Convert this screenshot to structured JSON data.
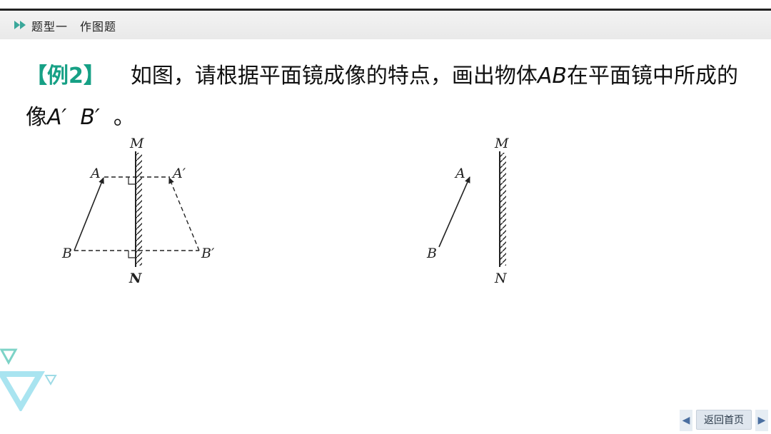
{
  "header": {
    "section_title": "题型一　作图题",
    "arrow_icon": "double-chevron-right-icon",
    "accent_color": "#3aa79a"
  },
  "problem": {
    "tag": "【例2】",
    "text_part1": "如图，请根据平面镜成像的特点，画出物体",
    "label_ab": "AB",
    "text_part2": "在平面镜中所成的像",
    "label_a_prime": "A′",
    "label_b_prime": "B′",
    "text_end": "。",
    "tag_color": "#16a085"
  },
  "figure_left": {
    "label_m": "M",
    "label_n": "N",
    "label_a": "A",
    "label_b": "B",
    "label_a_image": "A′",
    "label_b_image": "B′"
  },
  "figure_right": {
    "label_m": "M",
    "label_n": "N",
    "label_a": "A",
    "label_b": "B"
  },
  "navigation": {
    "prev_icon": "triangle-left-icon",
    "home_label": "返回首页",
    "next_icon": "triangle-right-icon"
  }
}
